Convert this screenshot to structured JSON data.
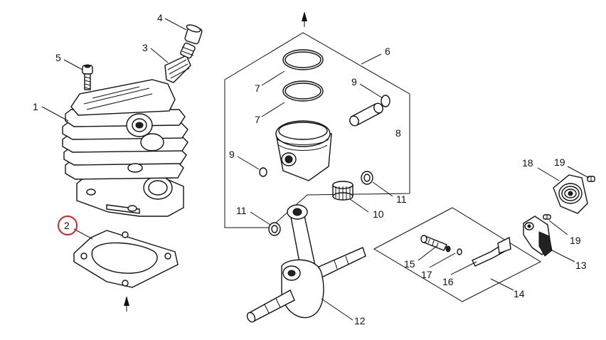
{
  "callouts": {
    "c1": "1",
    "c2": "2",
    "c3": "3",
    "c4": "4",
    "c5": "5",
    "c6": "6",
    "c7a": "7",
    "c7b": "7",
    "c8": "8",
    "c9a": "9",
    "c9b": "9",
    "c10": "10",
    "c11a": "11",
    "c11b": "11",
    "c12": "12",
    "c13": "13",
    "c14": "14",
    "c15": "15",
    "c16": "16",
    "c17": "17",
    "c18": "18",
    "c19a": "19",
    "c19b": "19"
  },
  "highlight_color": "#e02020",
  "line_color": "#111111",
  "icons": [
    "arrow-up-icon",
    "arrow-up-icon"
  ]
}
